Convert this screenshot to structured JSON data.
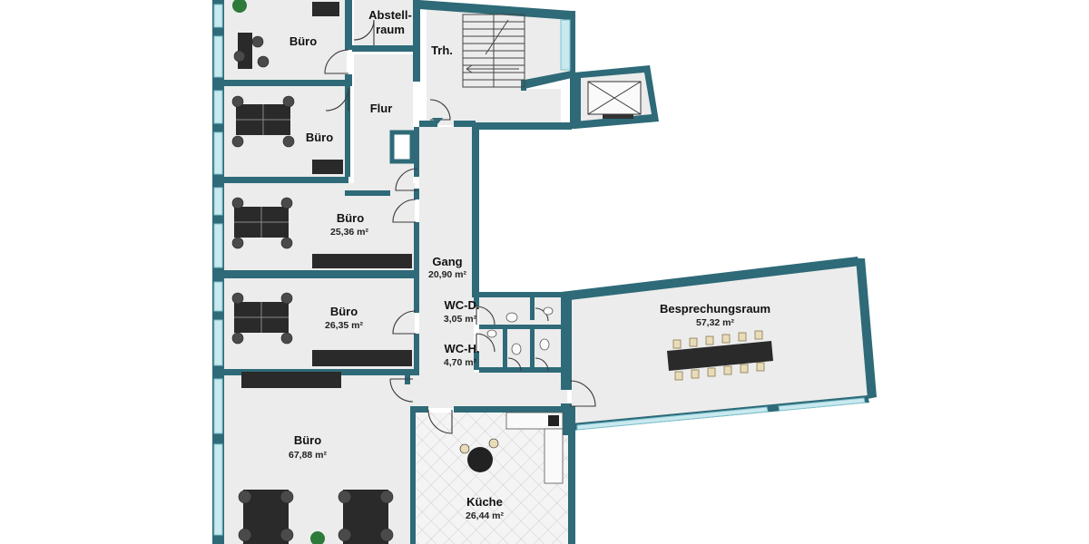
{
  "rooms": {
    "buero_1": {
      "name": "Büro",
      "area": ""
    },
    "abstellraum": {
      "name_line1": "Abstell-",
      "name_line2": "raum",
      "area": ""
    },
    "treppenhaus": {
      "name": "Trh.",
      "area": ""
    },
    "buero_2": {
      "name": "Büro",
      "area": ""
    },
    "flur": {
      "name": "Flur",
      "area": ""
    },
    "buero_3": {
      "name": "Büro",
      "area": "25,36 m²"
    },
    "gang": {
      "name": "Gang",
      "area": "20,90 m²"
    },
    "buero_4": {
      "name": "Büro",
      "area": "26,35 m²"
    },
    "wc_d": {
      "name": "WC-D.",
      "area": "3,05 m²"
    },
    "wc_h": {
      "name": "WC-H.",
      "area": "4,70 m²"
    },
    "besprechungsraum": {
      "name": "Besprechungsraum",
      "area": "57,32 m²"
    },
    "buero_5": {
      "name": "Büro",
      "area": "67,88 m²"
    },
    "kueche": {
      "name": "Küche",
      "area": "26,44 m²"
    }
  },
  "colors": {
    "wall": "#2e6a78",
    "floor": "#ececec",
    "window": "#c9e9ef",
    "furniture": "#2a2a2a",
    "plant": "#2d7a3a"
  }
}
